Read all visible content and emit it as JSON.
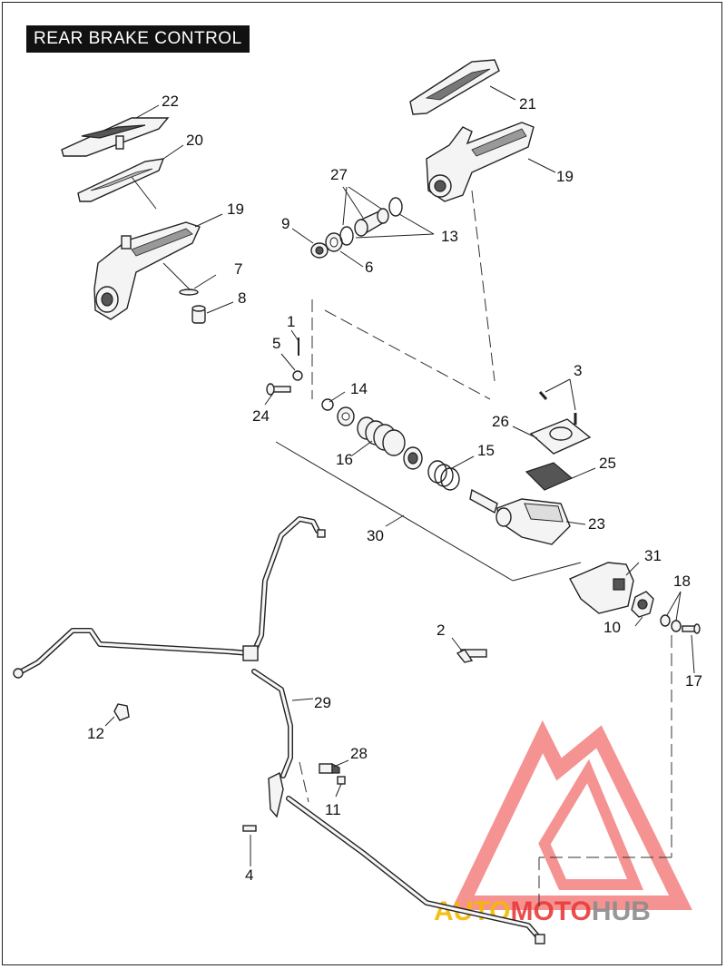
{
  "title": "REAR BRAKE CONTROL",
  "labels": {
    "l1": "1",
    "l2": "2",
    "l3": "3",
    "l4": "4",
    "l5": "5",
    "l6": "6",
    "l7": "7",
    "l8": "8",
    "l9": "9",
    "l10": "10",
    "l11": "11",
    "l12": "12",
    "l13": "13",
    "l14": "14",
    "l15": "15",
    "l16": "16",
    "l17": "17",
    "l18": "18",
    "l19a": "19",
    "l19b": "19",
    "l20": "20",
    "l21": "21",
    "l22": "22",
    "l23": "23",
    "l24": "24",
    "l25": "25",
    "l26": "26",
    "l27": "27",
    "l28": "28",
    "l29": "29",
    "l30": "30",
    "l31": "31"
  },
  "watermark": {
    "part1": "AUTO",
    "part2": "MOTO",
    "part3": "HUB",
    "color1": "#f5b800",
    "color2": "#e83a3a",
    "color3": "#8c8c8c",
    "logo_color": "#ee3b3b"
  }
}
